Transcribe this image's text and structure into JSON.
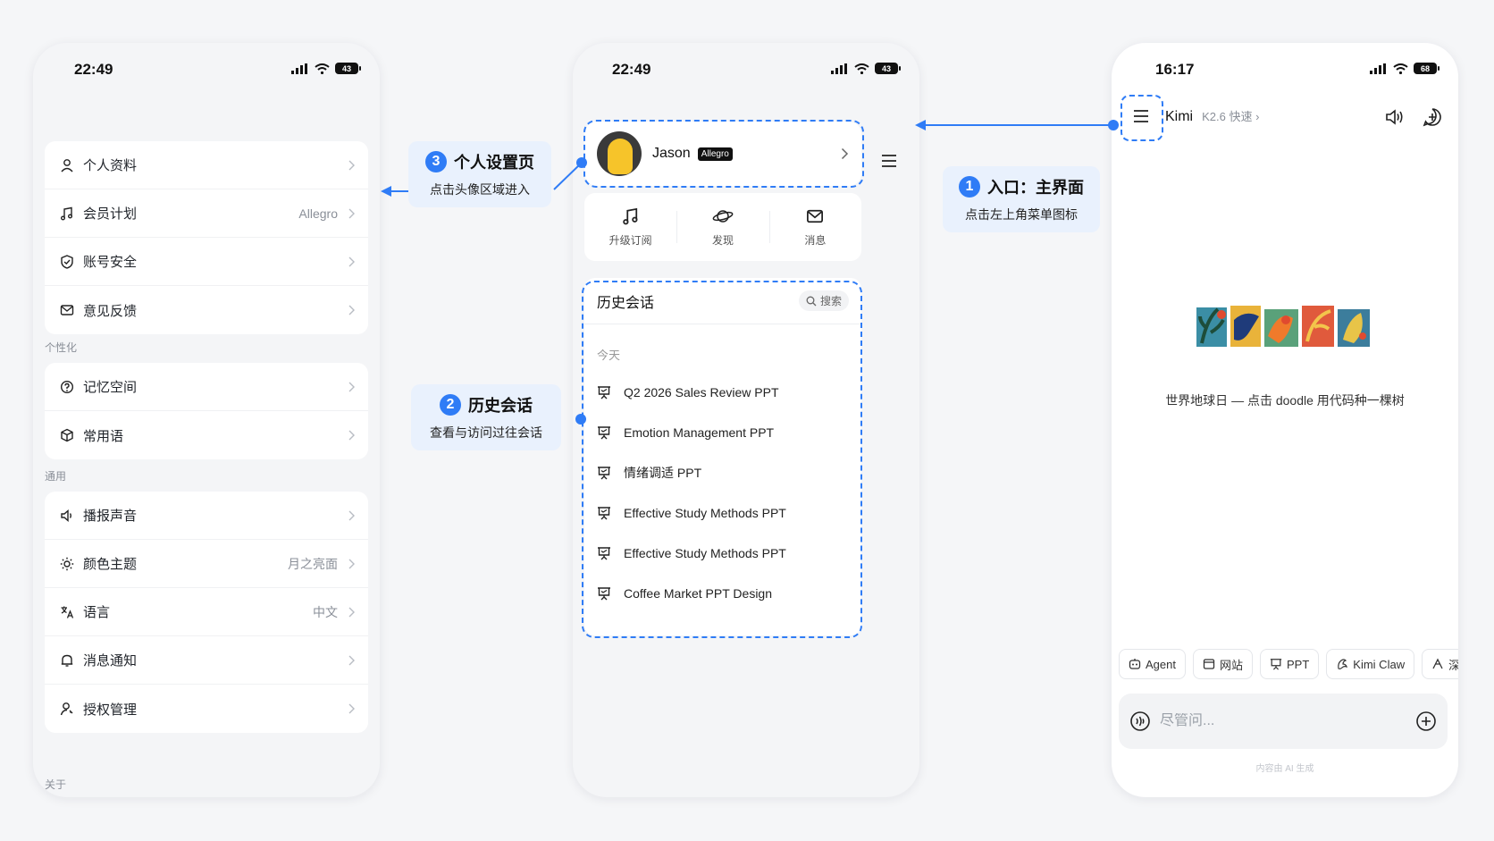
{
  "colors": {
    "accent": "#2f7cf6",
    "background": "#f5f6f8",
    "callout_bg": "#e9f1fd"
  },
  "settings_screen": {
    "status_time": "22:49",
    "battery": "43",
    "title": "设置",
    "group1": [
      {
        "label": "个人资料",
        "value": "",
        "icon": "user-icon"
      },
      {
        "label": "会员计划",
        "value": "Allegro",
        "icon": "music-note-icon"
      },
      {
        "label": "账号安全",
        "value": "",
        "icon": "shield-check-icon"
      },
      {
        "label": "意见反馈",
        "value": "",
        "icon": "mail-icon"
      }
    ],
    "section_personalize": "个性化",
    "group2": [
      {
        "label": "记忆空间",
        "value": "",
        "icon": "memory-icon"
      },
      {
        "label": "常用语",
        "value": "",
        "icon": "cube-icon"
      }
    ],
    "section_general": "通用",
    "group3": [
      {
        "label": "播报声音",
        "value": "",
        "icon": "speaker-icon"
      },
      {
        "label": "颜色主题",
        "value": "月之亮面",
        "icon": "sun-icon"
      },
      {
        "label": "语言",
        "value": "中文",
        "icon": "translate-icon"
      },
      {
        "label": "消息通知",
        "value": "",
        "icon": "bell-icon"
      },
      {
        "label": "授权管理",
        "value": "",
        "icon": "user-key-icon"
      }
    ],
    "section_about": "关于"
  },
  "menu_screen": {
    "status_time": "22:49",
    "battery": "43",
    "profile_name": "Jason",
    "profile_plan": "Allegro",
    "quick_actions": [
      {
        "label": "升级订阅",
        "icon": "music-note-icon"
      },
      {
        "label": "发现",
        "icon": "planet-icon"
      },
      {
        "label": "消息",
        "icon": "mail-icon"
      }
    ],
    "history_title": "历史会话",
    "search_label": "搜索",
    "today_label": "今天",
    "history_items": [
      "Q2 2026 Sales Review PPT",
      "Emotion Management PPT",
      "情绪调适 PPT",
      "Effective Study Methods PPT",
      "Effective Study Methods PPT",
      "Coffee Market PPT Design"
    ]
  },
  "main_screen": {
    "status_time": "16:17",
    "battery": "68",
    "app_name": "Kimi",
    "model_name": "K2.6 快速 ›",
    "doodle_caption": "世界地球日 — 点击 doodle 用代码种一棵树",
    "chips": [
      {
        "label": "Agent",
        "icon": "agent-icon"
      },
      {
        "label": "网站",
        "icon": "browser-icon"
      },
      {
        "label": "PPT",
        "icon": "presentation-icon"
      },
      {
        "label": "Kimi Claw",
        "icon": "claw-icon"
      },
      {
        "label": "深",
        "icon": "deep-icon"
      }
    ],
    "input_placeholder": "尽管问...",
    "ai_note": "内容由 AI 生成"
  },
  "annotations": [
    {
      "num": "1",
      "title": "入口：主界面",
      "sub": "点击左上角菜单图标"
    },
    {
      "num": "2",
      "title": "历史会话",
      "sub": "查看与访问过往会话"
    },
    {
      "num": "3",
      "title": "个人设置页",
      "sub": "点击头像区域进入"
    }
  ]
}
